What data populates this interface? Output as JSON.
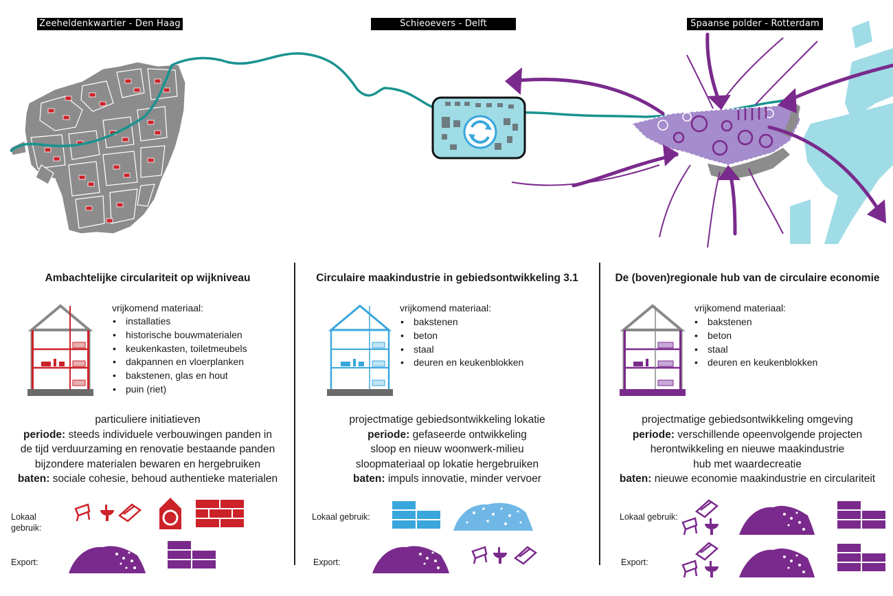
{
  "locations": {
    "left": "Zeeheldenkwartier - Den Haag",
    "center": "Schieoevers - Delft",
    "right": "Spaanse polder - Rotterdam"
  },
  "colors": {
    "red": "#cc2229",
    "blue": "#3aa7dc",
    "light_blue": "#9fdce6",
    "purple": "#7a2a8c",
    "lavender": "#9b7fc0",
    "grey": "#8c8c8c",
    "teal": "#1a9390"
  },
  "columns": [
    {
      "title": "Ambachtelijke circulariteit op wijkniveau",
      "materials_heading": "vrijkomend materiaal:",
      "materials": [
        "installaties",
        "historische bouwmaterialen",
        "keukenkasten, toiletmeubels",
        "dakpannen en vloerplanken",
        "bakstenen, glas en hout",
        "puin (riet)"
      ],
      "line1": "particuliere initiatieven",
      "periode_label": "periode:",
      "periode_text": " steeds individuele verbouwingen panden in",
      "line3": "de tijd verduurzaming en renovatie bestaande panden",
      "line4": "bijzondere materialen bewaren en hergebruiken",
      "baten_label": "baten:",
      "baten_text": " sociale cohesie, behoud authentieke materialen",
      "lokaal_label": "Lokaal gebruik:",
      "export_label": "Export:"
    },
    {
      "title": "Circulaire maakindustrie in gebiedsontwikkeling 3.1",
      "materials_heading": "vrijkomend materiaal:",
      "materials": [
        "bakstenen",
        "beton",
        "staal",
        "deuren en keukenblokken"
      ],
      "line1": "projectmatige gebiedsontwikkeling lokatie",
      "periode_label": "periode:",
      "periode_text": " gefaseerde ontwikkeling",
      "line3": "sloop en nieuw woonwerk-milieu",
      "line4": "sloopmateriaal op lokatie hergebruiken",
      "baten_label": "baten:",
      "baten_text": " impuls innovatie, minder vervoer",
      "lokaal_label": "Lokaal gebruik:",
      "export_label": "Export:"
    },
    {
      "title": "De (boven)regionale hub van de circulaire economie",
      "materials_heading": "vrijkomend materiaal:",
      "materials": [
        "bakstenen",
        "beton",
        "staal",
        "deuren en keukenblokken"
      ],
      "line1": "projectmatige gebiedsontwikkeling omgeving",
      "periode_label": "periode:",
      "periode_text": " verschillende opeenvolgende projecten",
      "line3": "herontwikkeling en nieuwe maakindustrie",
      "line4": "hub met waardecreatie",
      "baten_label": "baten:",
      "baten_text": " nieuwe economie maakindustrie en circulariteit",
      "lokaal_label": "Lokaal gebruik:",
      "export_label": "Export:"
    }
  ]
}
